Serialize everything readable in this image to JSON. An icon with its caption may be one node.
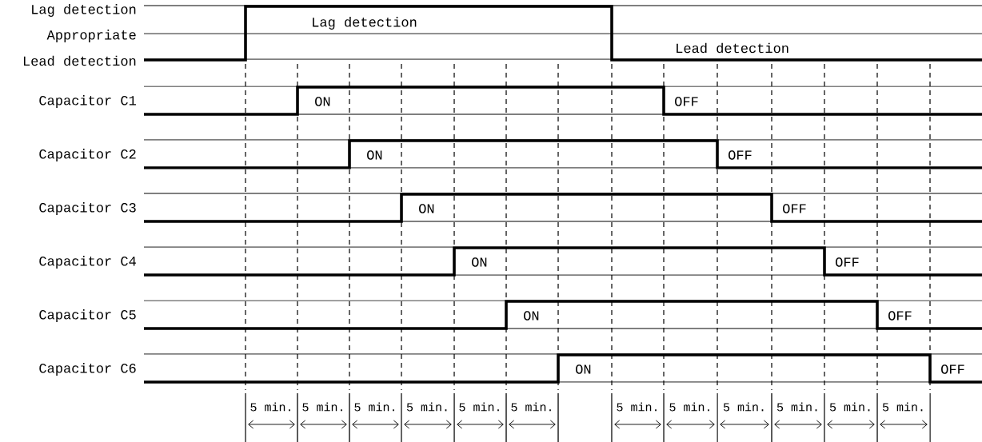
{
  "diagram": {
    "labels": [
      "Lag detection",
      "Appropriate",
      "Lead detection",
      "Lag detection",
      "Lead detection",
      "Capacitor C1",
      "ON",
      "OFF",
      "Capacitor C2",
      "ON",
      "OFF",
      "Capacitor C3",
      "ON",
      "OFF",
      "Capacitor C4",
      "ON",
      "OFF",
      "Capacitor C5",
      "ON",
      "OFF",
      "Capacitor C6",
      "ON",
      "OFF",
      "5 min.",
      "5 min.",
      "5 min.",
      "5 min.",
      "5 min.",
      "5 min.",
      "5 min.",
      "5 min.",
      "5 min.",
      "5 min.",
      "5 min.",
      "5 min."
    ]
  }
}
